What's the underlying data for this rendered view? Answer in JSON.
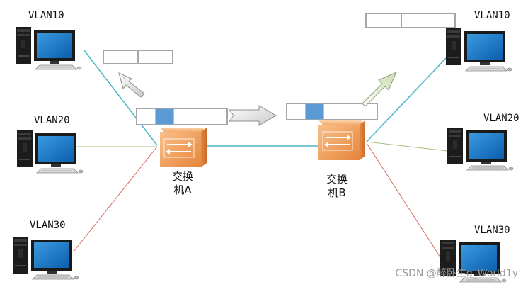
{
  "hosts": {
    "left_top": "VLAN10",
    "left_mid": "VLAN20",
    "left_bot": "VLAN30",
    "right_top": "VLAN10",
    "right_mid": "VLAN20",
    "right_bot": "VLAN30"
  },
  "switches": {
    "a": {
      "line1": "交换",
      "line2": "机A"
    },
    "b": {
      "line1": "交换",
      "line2": "机B"
    }
  },
  "watermark": "CSDN @醉卧生g_World1y",
  "colors": {
    "vlan10_link": "#4fb6c8",
    "vlan20_link": "#a8bf7c",
    "vlan30_link": "#d46a60",
    "trunk_link": "#4fb6c8",
    "tag_highlight": "#5b9bd5",
    "switch_body": "#f2a05a"
  }
}
